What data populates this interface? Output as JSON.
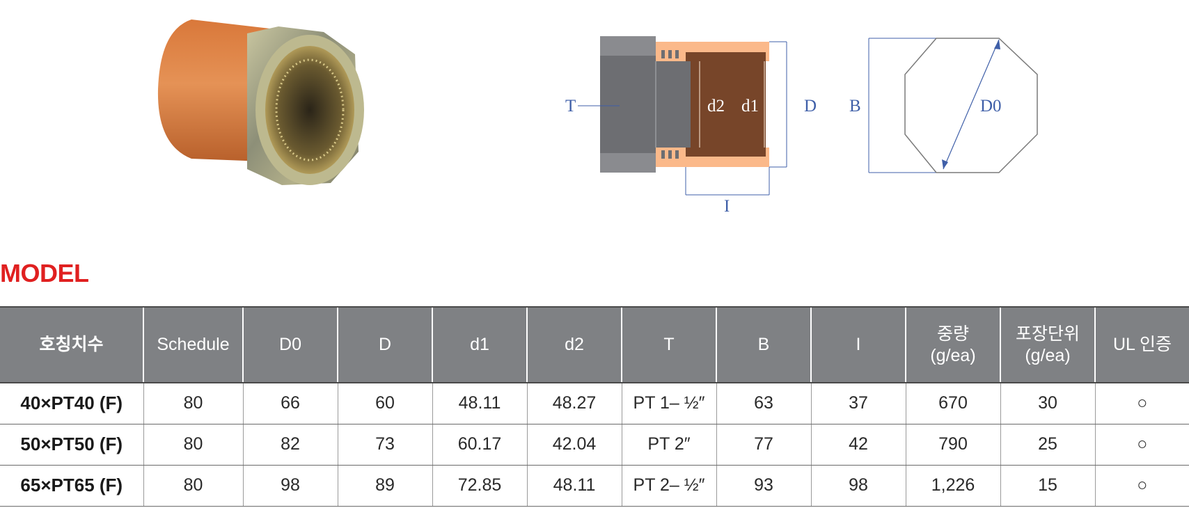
{
  "diagram": {
    "labels": {
      "T": "T",
      "d2": "d2",
      "d1": "d1",
      "D": "D",
      "B": "B",
      "D0": "D0",
      "I": "I"
    }
  },
  "colors": {
    "title_red": "#e02020",
    "header_gray": "#7f8184",
    "pipe_orange": "#fbb98a",
    "pipe_brown": "#774529",
    "fitting_gray": "#6d6e72",
    "dimension_blue": "#3f5fa8"
  },
  "section_title": "MODEL",
  "table": {
    "headers": [
      {
        "line1": "호칭치수",
        "line2": ""
      },
      {
        "line1": "Schedule",
        "line2": ""
      },
      {
        "line1": "D0",
        "line2": ""
      },
      {
        "line1": "D",
        "line2": ""
      },
      {
        "line1": "d1",
        "line2": ""
      },
      {
        "line1": "d2",
        "line2": ""
      },
      {
        "line1": "T",
        "line2": ""
      },
      {
        "line1": "B",
        "line2": ""
      },
      {
        "line1": "I",
        "line2": ""
      },
      {
        "line1": "중량",
        "line2": "(g/ea)"
      },
      {
        "line1": "포장단위",
        "line2": "(g/ea)"
      },
      {
        "line1": "UL 인증",
        "line2": ""
      }
    ],
    "rows": [
      [
        "40×PT40 (F)",
        "80",
        "66",
        "60",
        "48.11",
        "48.27",
        "PT 1– ½″",
        "63",
        "37",
        "670",
        "30",
        "○"
      ],
      [
        "50×PT50 (F)",
        "80",
        "82",
        "73",
        "60.17",
        "42.04",
        "PT 2″",
        "77",
        "42",
        "790",
        "25",
        "○"
      ],
      [
        "65×PT65 (F)",
        "80",
        "98",
        "89",
        "72.85",
        "48.11",
        "PT 2– ½″",
        "93",
        "98",
        "1,226",
        "15",
        "○"
      ]
    ]
  }
}
